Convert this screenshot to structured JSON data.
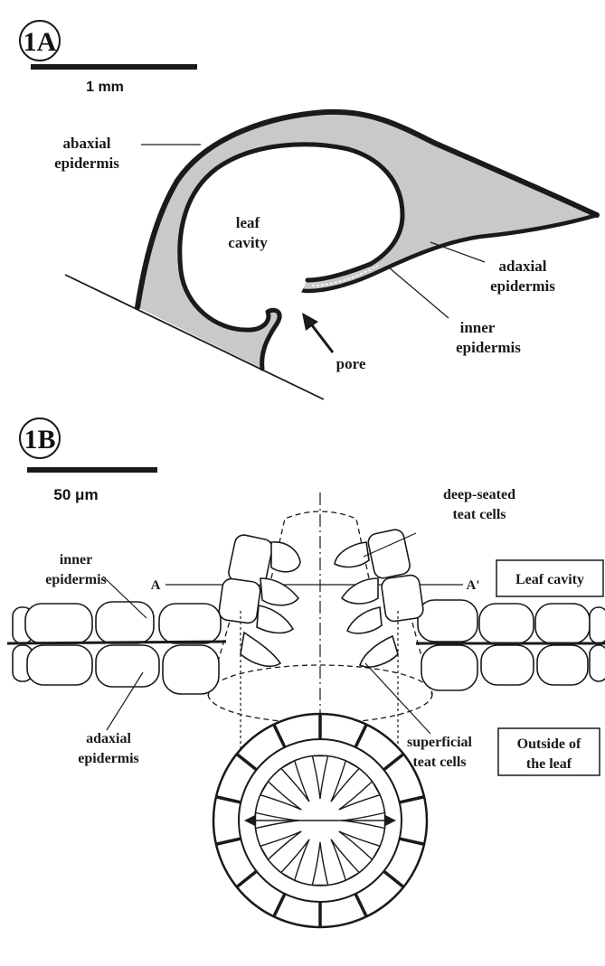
{
  "panel_a": {
    "label": "1A",
    "scale_bar": "1 mm",
    "labels": {
      "abaxial_1": "abaxial",
      "abaxial_2": "epidermis",
      "cavity_1": "leaf",
      "cavity_2": "cavity",
      "adaxial_1": "adaxial",
      "adaxial_2": "epidermis",
      "inner_1": "inner",
      "inner_2": "epidermis",
      "pore": "pore"
    }
  },
  "panel_b": {
    "label": "1B",
    "scale_bar": "50 μm",
    "labels": {
      "deep_1": "deep-seated",
      "deep_2": "teat cells",
      "inner_1": "inner",
      "inner_2": "epidermis",
      "a_left": "A",
      "a_right": "A'",
      "adaxial_1": "adaxial",
      "adaxial_2": "epidermis",
      "superficial_1": "superficial",
      "superficial_2": "teat cells",
      "leaf_cavity_box": "Leaf cavity",
      "outside_1": "Outside of",
      "outside_2": "the leaf"
    }
  },
  "colors": {
    "ink": "#1a1a1a",
    "tissue_fill": "#c9c9c9",
    "background": "#ffffff"
  }
}
